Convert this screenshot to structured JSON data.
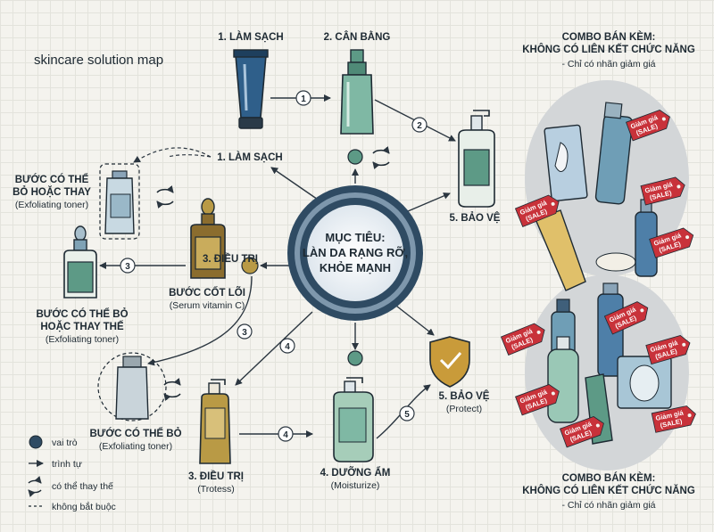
{
  "title": "skincare solution map",
  "center": {
    "line1": "MỤC TIÊU:",
    "line2": "LÀN DA RẠNG RỠ,",
    "line3": "KHỎE MẠNH"
  },
  "steps": {
    "s1_top": "1. LÀM SẠCH",
    "s2_top": "2. CÂN BẰNG",
    "s1_mid": "1. LÀM SẠCH",
    "s5_right": "5. BẢO VỆ",
    "s3_left": "3. ĐIỀU TRỊ",
    "core_label": "BƯỚC CỐT LÕI",
    "core_sub": "(Serum vitamin C)",
    "opt1_l1": "BƯỚC CÓ THỂ",
    "opt1_l2": "BỎ HOẶC THAY",
    "opt1_sub": "(Exfoliating toner)",
    "opt2_l1": "BƯỚC CÓ THỂ BỎ",
    "opt2_l2": "HOẶC THAY THẾ",
    "opt2_sub": "(Exfoliating toner)",
    "opt3_l1": "BƯỚC CÓ THỂ BỎ",
    "opt3_sub": "(Exfoliating toner)",
    "s3_bottom": "3. ĐIỀU TRỊ",
    "s3_bottom_sub": "(Trotess)",
    "s4_bottom": "4. DƯỠNG ẨM",
    "s4_bottom_sub": "(Moisturize)",
    "s5_bottom": "5. BẢO VỆ",
    "s5_bottom_sub": "(Protect)"
  },
  "arrow_numbers": [
    "1",
    "2",
    "3",
    "3",
    "4",
    "4",
    "5"
  ],
  "legend": {
    "role": "vai trò",
    "sequence": "trình tự",
    "replaceable": "có thể thay thế",
    "optional": "không bắt buộc"
  },
  "combo_top": {
    "line1": "COMBO BÁN KÈM:",
    "line2": "KHÔNG CÓ LIÊN KẾT CHỨC NĂNG",
    "line3": "- Chỉ có nhãn giảm giá"
  },
  "combo_bottom": {
    "line1": "COMBO BÁN KÈM:",
    "line2": "KHÔNG CÓ LIÊN KẾT CHỨC NĂNG",
    "line3": "- Chỉ có nhãn giảm giá"
  },
  "sale_tag": {
    "line1": "Giảm giá",
    "line2": "(SALE)"
  },
  "colors": {
    "navy": "#2f4b63",
    "teal": "#5d9a86",
    "gold": "#b99a45",
    "sale": "#c8323a",
    "bottle": "#b8d4c6"
  }
}
